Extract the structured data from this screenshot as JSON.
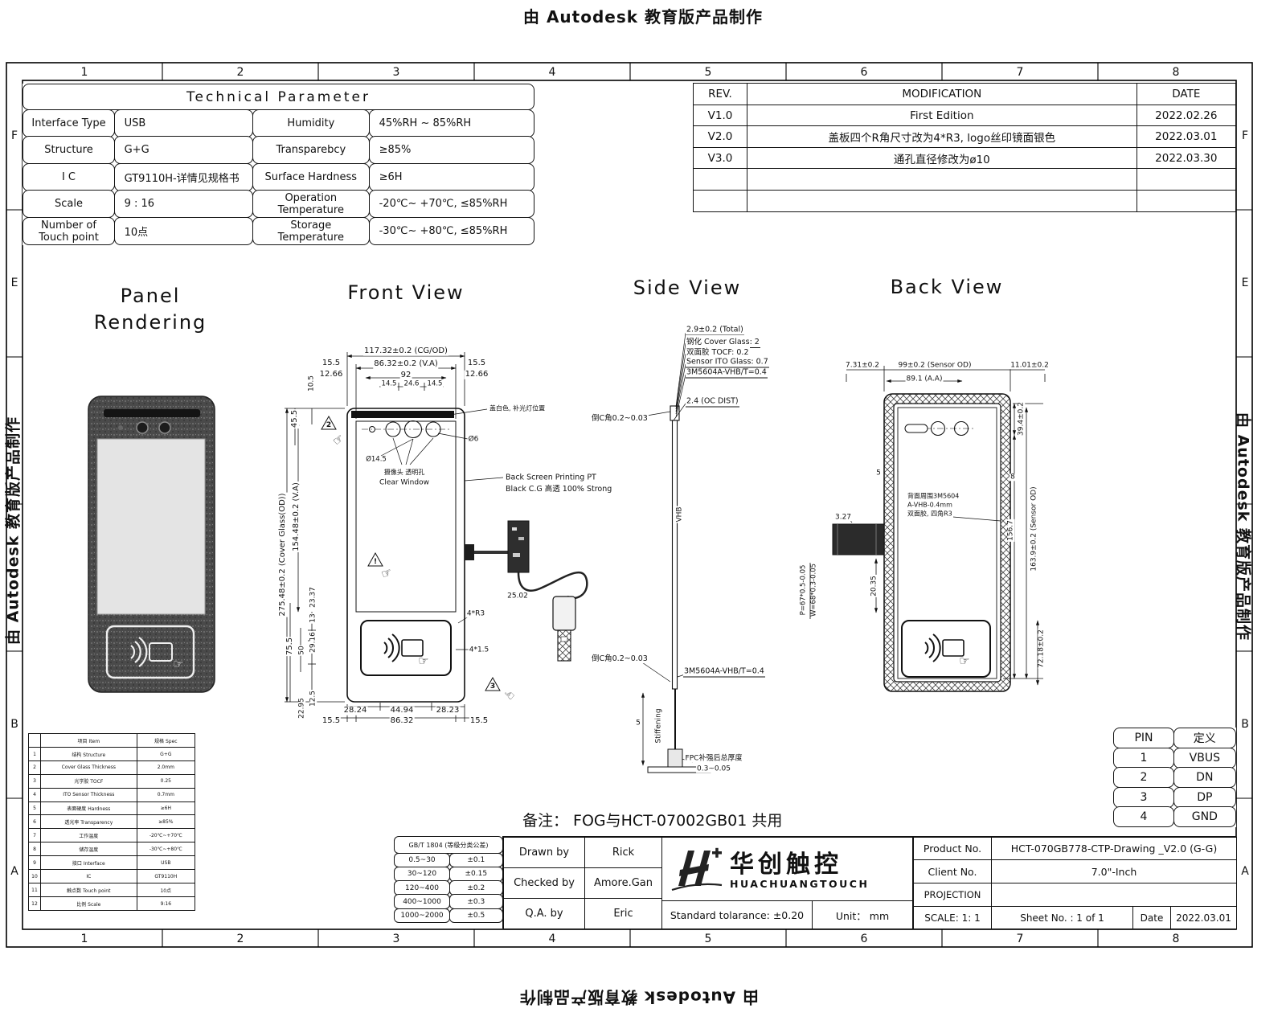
{
  "banners": {
    "top": "由 Autodesk 教育版产品制作",
    "bottom": "由 Autodesk 教育版产品制作",
    "left": "由 Autodesk 教育版产品制作",
    "right": "由 Autodesk 教育版产品制作"
  },
  "frame": {
    "cols": [
      "1",
      "2",
      "3",
      "4",
      "5",
      "6",
      "7",
      "8"
    ],
    "rows": [
      "F",
      "E",
      "B",
      "A"
    ]
  },
  "tech": {
    "title": "Technical  Parameter",
    "rows": [
      [
        "Interface Type",
        "USB",
        "Humidity",
        "45%RH ~ 85%RH"
      ],
      [
        "Structure",
        "G+G",
        "Transparebcy",
        "≥85%"
      ],
      [
        "I C",
        "GT9110H-详情见规格书",
        "Surface Hardness",
        "≥6H"
      ],
      [
        "Scale",
        "9 : 16",
        "Operation\nTemperature",
        "-20℃~ +70℃, ≤85%RH"
      ],
      [
        "Number of\nTouch point",
        "10点",
        "Storage\nTemperature",
        "-30℃~ +80℃, ≤85%RH"
      ]
    ]
  },
  "rev": {
    "rows": [
      [
        "REV.",
        "MODIFICATION",
        "DATE"
      ],
      [
        "V1.0",
        "First  Edition",
        "2022.02.26"
      ],
      [
        "V2.0",
        "盖板四个R角尺寸改为4*R3, logo丝印镜面银色",
        "2022.03.01"
      ],
      [
        "V3.0",
        "通孔直径修改为ø10",
        "2022.03.30"
      ],
      [
        "",
        "",
        ""
      ],
      [
        "",
        "",
        ""
      ]
    ]
  },
  "views": {
    "panel_line1": "Panel",
    "panel_line2": "Rendering",
    "front": "Front  View",
    "side": "Side  View",
    "back": "Back  View"
  },
  "front": {
    "cg_od": "117.32±0.2 (CG/OD)",
    "va_w": "86.32±0.2 (V.A)",
    "d92": "92",
    "d246": "24.6",
    "d145l": "14.5",
    "d145r": "14.5",
    "d155tl": "15.5",
    "d1266l": "12.66",
    "d155tr": "15.5",
    "d1266r": "12.66",
    "d105": "10.5",
    "d455": "45.5",
    "cover_od": "275.48±0.2 (Cover Glass(OD))",
    "va_h": "154.48±0.2 (V.A)",
    "d2337": "23.37",
    "d13": "13",
    "d2916": "29.16",
    "d50": "50",
    "d755": "75.5",
    "d125": "12.5",
    "d2295": "22.95",
    "b2824": "28.24",
    "b4494": "44.94",
    "b2823": "28.23",
    "b155l": "15.5",
    "b8632": "86.32",
    "b155r": "15.5",
    "dia145": "Ø14.5",
    "cam_note": "摄像头 透明孔",
    "clear_window": "Clear Window",
    "dia6": "Ø6",
    "led_note": "盖白色, 补光灯位置",
    "print1": "Back Screen Printing PT",
    "print2": "Black C.G 高透 100% Strong",
    "r3": "4*R3",
    "c15": "4*1.5",
    "d2502": "25.02",
    "flag2": "2",
    "flag3": "3",
    "flag_ex": "!"
  },
  "side": {
    "total": "2.9±0.2 (Total)",
    "glass": "钢化 Cover Glass: 2",
    "tocf": "双面胶 TOCF: 0.2",
    "ito": "Sensor ITO Glass: 0.7",
    "vhb1": "3M5604A-VHB/T=0.4",
    "oc": "2.4 (OC DIST)",
    "c1": "倒C角0.2~0.03",
    "vhb_v": "VHB",
    "c2": "倒C角0.2~0.03",
    "vhb2": "3M5604A-VHB/T=0.4",
    "stiff": "Stiffening",
    "d5": "5",
    "fpc1": "FPC补强后总厚度",
    "fpc2": "0.3~0.05"
  },
  "back": {
    "d731": "7.31±0.2",
    "od_w": "99±0.2 (Sensor OD)",
    "d1101": "11.01±0.2",
    "aa": "89.1 (A.A)",
    "d394": "39.4±0.2",
    "d8": "8",
    "d5": "5",
    "d1567": "156.7",
    "od_h": "163.9±0.2 (Sensor OD)",
    "d7218": "72.18±0.2",
    "d327": "3.27",
    "d2035": "20.35",
    "p": "P=67*0.5-0.05",
    "w": "W=68*0.3-0.05",
    "note1": "背面周围3M5604",
    "note2": "A-VHB-0.4mm",
    "note3": "双面胶, 四角R3"
  },
  "pin": {
    "rows": [
      [
        "PIN",
        "定义"
      ],
      [
        "1",
        "VBUS"
      ],
      [
        "2",
        "DN"
      ],
      [
        "3",
        "DP"
      ],
      [
        "4",
        "GND"
      ]
    ]
  },
  "note": "备注：  FOG与HCT-07002GB01 共用",
  "tol": {
    "title": "GB/T 1804 (等级分类公差)",
    "rows": [
      [
        "0.5~30",
        "±0.1"
      ],
      [
        "30~120",
        "±0.15"
      ],
      [
        "120~400",
        "±0.2"
      ],
      [
        "400~1000",
        "±0.3"
      ],
      [
        "1000~2000",
        "±0.5"
      ]
    ]
  },
  "spec": {
    "rows": [
      [
        "",
        "项目 Item",
        "规格 Spec"
      ],
      [
        "1",
        "结构 Structure",
        "G+G"
      ],
      [
        "2",
        "Cover Glass Thickness",
        "2.0mm"
      ],
      [
        "3",
        "光学胶 TOCF",
        "0.25"
      ],
      [
        "4",
        "ITO Sensor Thickness",
        "0.7mm"
      ],
      [
        "5",
        "表面硬度 Hardness",
        "≥6H"
      ],
      [
        "6",
        "透光率 Transparency",
        "≥85%"
      ],
      [
        "7",
        "工作温度",
        "-20℃~+70℃"
      ],
      [
        "8",
        "储存温度",
        "-30℃~+80℃"
      ],
      [
        "9",
        "接口 Interface",
        "USB"
      ],
      [
        "10",
        "IC",
        "GT9110H"
      ],
      [
        "11",
        "触点数 Touch point",
        "10点"
      ],
      [
        "12",
        "比例 Scale",
        "9:16"
      ]
    ]
  },
  "titleblock": {
    "drawn_label": "Drawn by",
    "drawn": "Rick",
    "checked_label": "Checked by",
    "checked": "Amore.Gan",
    "qa_label": "Q.A. by",
    "qa": "Eric",
    "brand_cn": "华创触控",
    "brand_en": "HUACHUANGTOUCH",
    "std_tol": "Standard tolarance:  ±0.20",
    "unit": "Unit： mm",
    "product_label": "Product No.",
    "product": "HCT-070GB778-CTP-Drawing _V2.0 (G-G)",
    "client_label": "Client No.",
    "client": "7.0\"-Inch",
    "projection_label": "PROJECTION",
    "scale": "SCALE:  1: 1",
    "sheet": "Sheet No. : 1 of 1",
    "date_label": "Date",
    "date": "2022.03.01"
  }
}
